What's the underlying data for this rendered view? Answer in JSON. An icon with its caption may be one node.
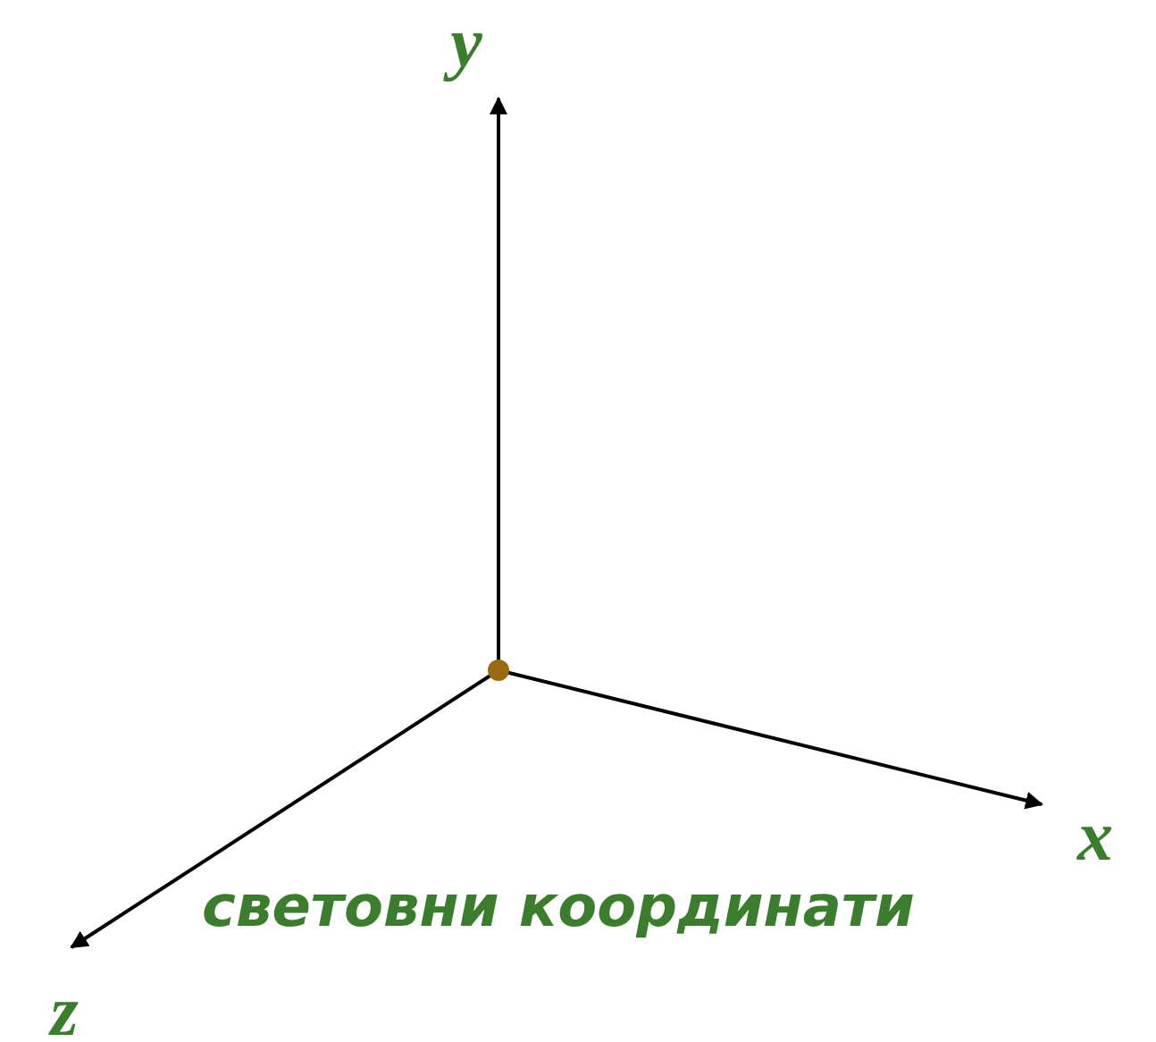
{
  "diagram": {
    "caption": "световни координати",
    "labels": [
      "y",
      "x",
      "z"
    ]
  }
}
